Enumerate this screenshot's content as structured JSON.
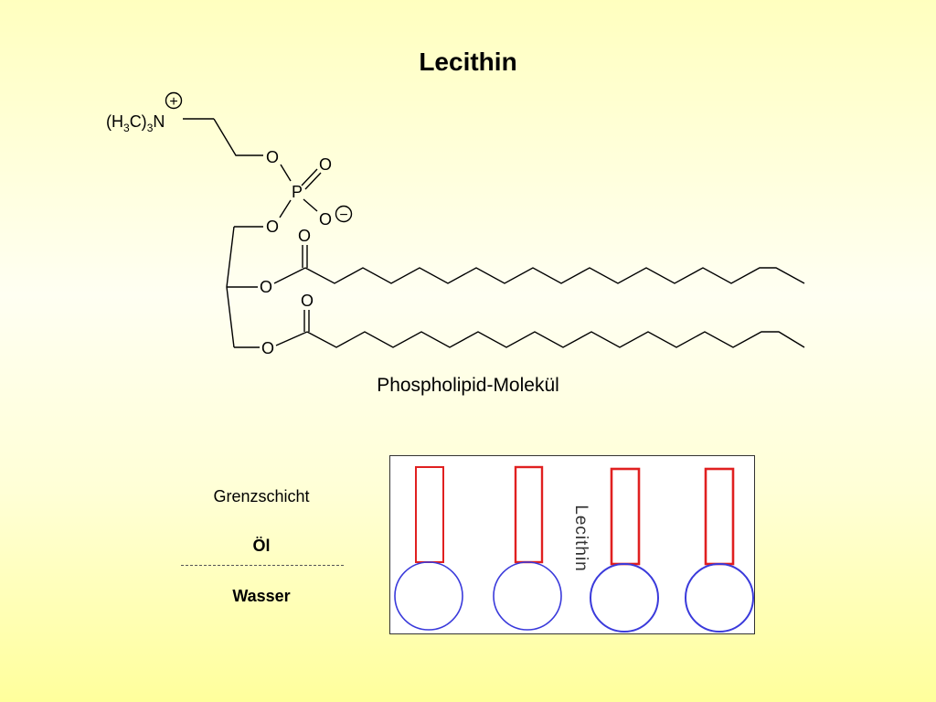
{
  "title": "Lecithin",
  "molecule": {
    "choline_group": "(H3C)3N",
    "choline_prefix": "(H",
    "sub_a": "3",
    "choline_mid": "C)",
    "sub_b": "3",
    "nitrogen": "N",
    "plus_charge": "+",
    "minus_charge": "−",
    "phosphorus": "P",
    "oxygen": "O"
  },
  "caption": "Phospholipid-Molekül",
  "boundary": {
    "title": "Grenzschicht",
    "oil": "Öl",
    "water": "Wasser"
  },
  "model": {
    "label": "Lecithin",
    "tail_color": "#e02020",
    "head_color": "#3a3adb"
  }
}
